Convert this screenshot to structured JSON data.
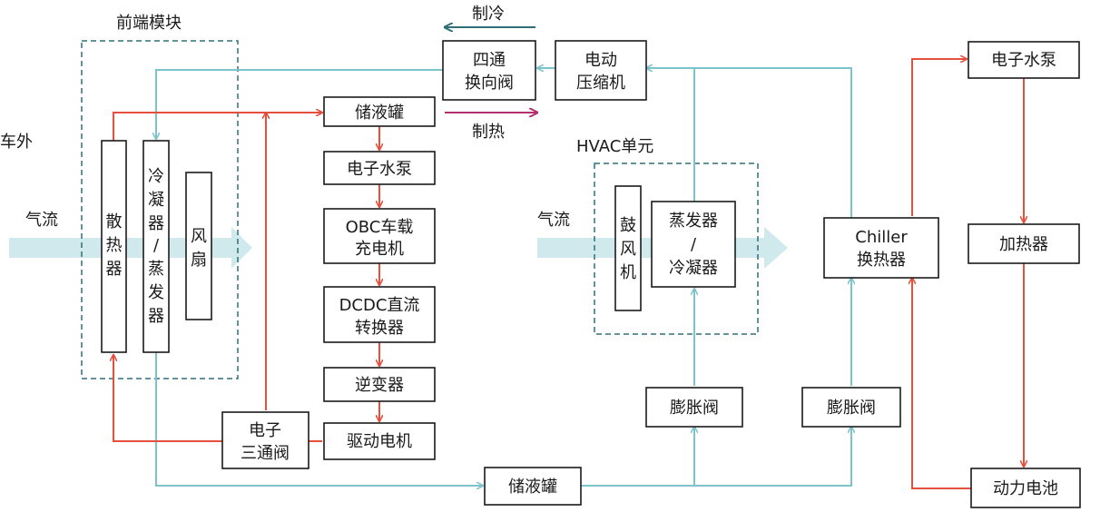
{
  "colors": {
    "hot_line": "#e5503c",
    "cold_line": "#7cc3cc",
    "airflow": "#cfe9ec",
    "dashed_border": "#2e6f78",
    "cooling_arrow": "#2e6f78",
    "heating_arrow": "#b3306e",
    "condenser_text": "#3f8fa0",
    "evaporator_text": "#b3306e",
    "text": "#1a1a1a"
  },
  "labels": {
    "outside_car": "车外",
    "airflow_left": "气流",
    "airflow_right": "气流",
    "front_module": "前端模块",
    "hvac_unit": "HVAC单元",
    "cooling": "制冷",
    "heating": "制热"
  },
  "front_module": {
    "radiator": [
      "散",
      "热",
      "器"
    ],
    "cond_evap": {
      "cond": [
        "冷",
        "凝",
        "器"
      ],
      "slash": "/",
      "evap": [
        "蒸",
        "发",
        "器"
      ]
    },
    "fan": [
      "风",
      "扇"
    ]
  },
  "refrigerant": {
    "four_way_valve": [
      "四通",
      "换向阀"
    ],
    "compressor": [
      "电动",
      "压缩机"
    ],
    "bottom_accumulator": "储液罐",
    "expansion_valve_1": "膨胀阀",
    "expansion_valve_2": "膨胀阀",
    "chiller": [
      "Chiller",
      "换热器"
    ]
  },
  "hvac": {
    "blower": [
      "鼓",
      "风",
      "机"
    ],
    "evap_cond": {
      "evap": "蒸发器",
      "slash": "/",
      "cond": "冷凝器"
    }
  },
  "motor_loop": {
    "accumulator": "储液罐",
    "pump": "电子水泵",
    "obc": [
      "OBC车载",
      "充电机"
    ],
    "dcdc": [
      "DCDC直流",
      "转换器"
    ],
    "inverter": "逆变器",
    "drive_motor": "驱动电机",
    "three_way_valve": [
      "电子",
      "三通阀"
    ]
  },
  "battery_loop": {
    "pump": "电子水泵",
    "heater": "加热器",
    "battery": "动力电池"
  }
}
